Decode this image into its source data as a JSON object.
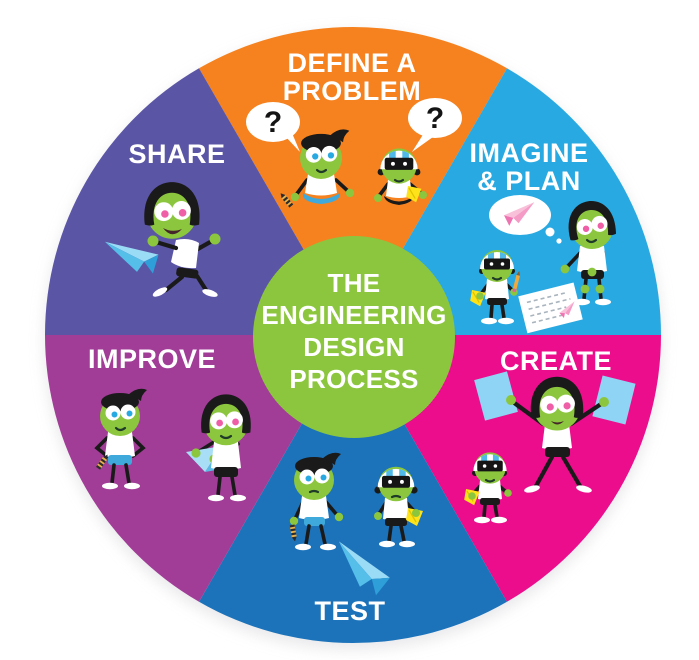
{
  "diagram": {
    "title_block": {
      "line1": "THE",
      "line2": "ENGINEERING",
      "line3": "DESIGN",
      "line4": "PROCESS",
      "bg_color": "#8CC63E",
      "text_color": "#FFFFFF"
    },
    "sections": [
      {
        "name": "define-a-problem",
        "lines": [
          "DEFINE A",
          "PROBLEM"
        ],
        "color": "#F5821F"
      },
      {
        "name": "imagine-and-plan",
        "lines": [
          "IMAGINE",
          "& PLAN"
        ],
        "color": "#29A9E1"
      },
      {
        "name": "create",
        "lines": [
          "CREATE",
          ""
        ],
        "color": "#EC0D8C"
      },
      {
        "name": "test",
        "lines": [
          "TEST",
          ""
        ],
        "color": "#1C73BA"
      },
      {
        "name": "improve",
        "lines": [
          "IMPROVE",
          ""
        ],
        "color": "#A13C97"
      },
      {
        "name": "share",
        "lines": [
          "SHARE",
          ""
        ],
        "color": "#5B55A5"
      }
    ],
    "speech_bubbles": {
      "left": "?",
      "right": "?"
    },
    "icon_colors": {
      "paper_plane_blue": "#55BEE9",
      "paper_plane_pink": "#EE74B1",
      "paper_sheet": "#FFFFFF",
      "bag_yellow": "#FFE31A"
    }
  }
}
